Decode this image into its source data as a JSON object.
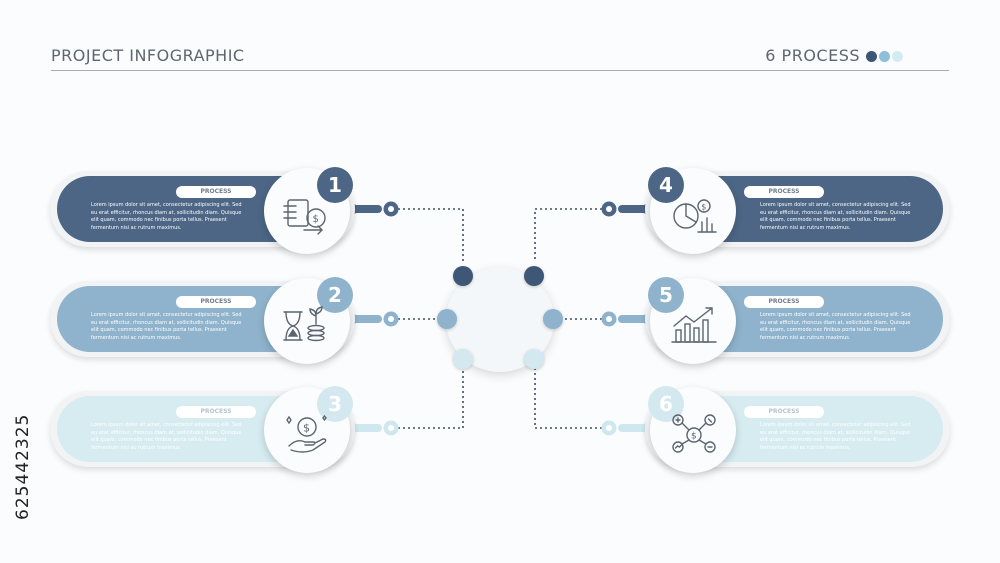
{
  "header": {
    "title": "PROJECT INFOGRAPHIC",
    "subtitle": "6 PROCESS"
  },
  "stock_id": "625442325",
  "colors": {
    "dark": "#4d6686",
    "mid": "#8fb3cc",
    "light": "#d6ecf1",
    "header_dot_1": "#3d5675",
    "header_dot_2": "#8cbfd8",
    "header_dot_3": "#d3ecf4"
  },
  "processes": [
    {
      "number": "1",
      "label": "PROCESS",
      "text": "Lorem ipsum dolor sit amet, consectetur adipiscing elit. Sed eu erat efficitur, rhoncus diam at, sollicitudin diam. Quisque elit quam, commodo nec finibus porta tellus. Praesent fermentum nisi ac rutrum maximus.",
      "icon": "money-transfer-icon"
    },
    {
      "number": "2",
      "label": "PROCESS",
      "text": "Lorem ipsum dolor sit amet, consectetur adipiscing elit. Sed eu erat efficitur, rhoncus diam at, sollicitudin diam. Quisque elit quam, commodo nec finibus porta tellus. Praesent fermentum nisi ac rutrum maximus.",
      "icon": "hourglass-coins-icon"
    },
    {
      "number": "3",
      "label": "PROCESS",
      "text": "Lorem ipsum dolor sit amet, consectetur adipiscing elit. Sed eu erat efficitur, rhoncus diam at, sollicitudin diam. Quisque elit quam, commodo nec finibus porta tellus. Praesent fermentum nisi ac rutrum maximus.",
      "icon": "hand-coin-icon"
    },
    {
      "number": "4",
      "label": "PROCESS",
      "text": "Lorem ipsum dolor sit amet, consectetur adipiscing elit. Sed eu erat efficitur, rhoncus diam at, sollicitudin diam. Quisque elit quam, commodo nec finibus porta tellus. Praesent fermentum nisi ac rutrum maximus.",
      "icon": "pie-chart-bars-icon"
    },
    {
      "number": "5",
      "label": "PROCESS",
      "text": "Lorem ipsum dolor sit amet, consectetur adipiscing elit. Sed eu erat efficitur, rhoncus diam at, sollicitudin diam. Quisque elit quam, commodo nec finibus porta tellus. Praesent fermentum nisi ac rutrum maximus.",
      "icon": "growth-chart-icon"
    },
    {
      "number": "6",
      "label": "PROCESS",
      "text": "Lorem ipsum dolor sit amet, consectetur adipiscing elit. Sed eu erat efficitur, rhoncus diam at, sollicitudin diam. Quisque elit quam, commodo nec finibus porta tellus. Praesent fermentum nisi ac rutrum maximus.",
      "icon": "finance-network-icon"
    }
  ]
}
